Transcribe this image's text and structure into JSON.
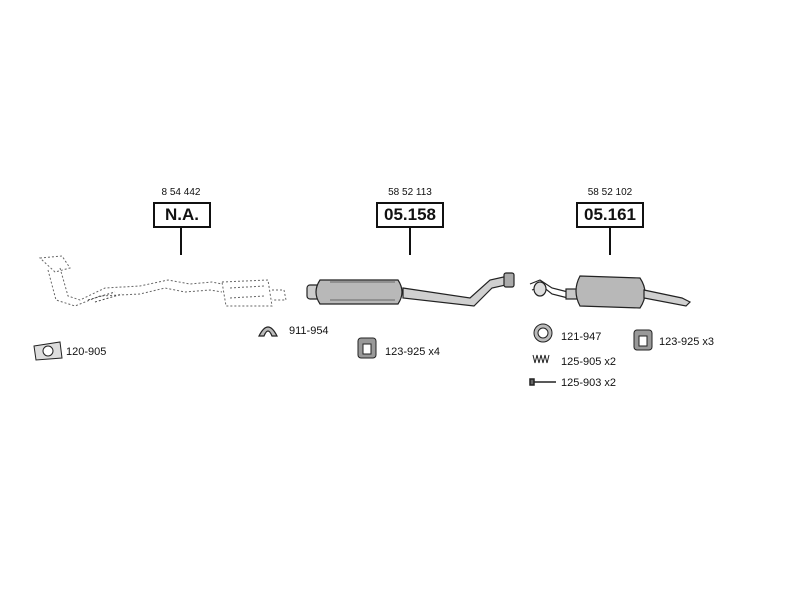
{
  "sections": [
    {
      "oe_number": "8 54 442",
      "part_number": "N.A."
    },
    {
      "oe_number": "58 52 113",
      "part_number": "05.158"
    },
    {
      "oe_number": "58 52 102",
      "part_number": "05.161"
    }
  ],
  "accessories": {
    "a1": "120-905",
    "a2": "911-954",
    "a3": "123-925 x4",
    "a4": "121-947",
    "a5": "125-905 x2",
    "a6": "125-903 x2",
    "a7": "123-925 x3"
  }
}
